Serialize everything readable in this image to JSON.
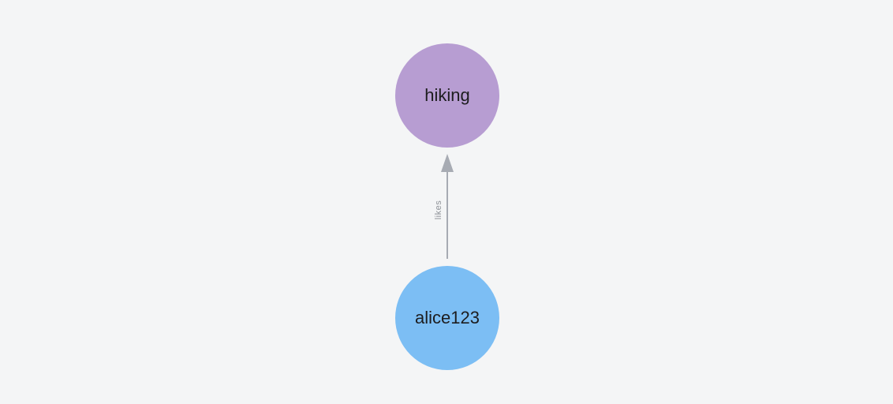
{
  "graph": {
    "background_color": "#f4f5f6",
    "node_label_color": "#1d1d1f",
    "nodes": [
      {
        "label": "hiking",
        "color": "#b79dd2"
      },
      {
        "label": "alice123",
        "color": "#7cbef4"
      }
    ],
    "edges": [
      {
        "label": "likes",
        "from": "alice123",
        "to": "hiking",
        "line_color": "#a7abb3",
        "label_color": "#8d9197"
      }
    ]
  }
}
